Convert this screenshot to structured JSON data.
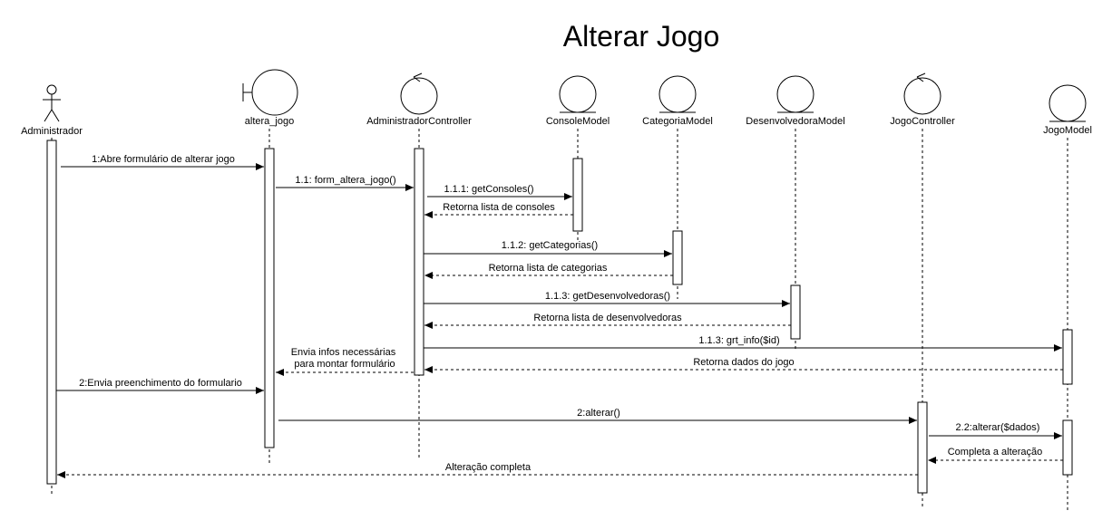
{
  "title": "Alterar Jogo",
  "participants": [
    {
      "id": "administrador",
      "label": "Administrador",
      "kind": "actor"
    },
    {
      "id": "altera_jogo",
      "label": "altera_jogo",
      "kind": "boundary"
    },
    {
      "id": "admin_controller",
      "label": "AdministradorController",
      "kind": "control"
    },
    {
      "id": "console_model",
      "label": "ConsoleModel",
      "kind": "entity"
    },
    {
      "id": "categoria_model",
      "label": "CategoriaModel",
      "kind": "entity"
    },
    {
      "id": "desenvolvedora_model",
      "label": "DesenvolvedoraModel",
      "kind": "entity"
    },
    {
      "id": "jogo_controller",
      "label": "JogoController",
      "kind": "control"
    },
    {
      "id": "jogo_model",
      "label": "JogoModel",
      "kind": "entity"
    }
  ],
  "messages": [
    {
      "from": "administrador",
      "to": "altera_jogo",
      "label": "1:Abre formulário de alterar jogo",
      "type": "call"
    },
    {
      "from": "altera_jogo",
      "to": "admin_controller",
      "label": "1.1: form_altera_jogo()",
      "type": "call"
    },
    {
      "from": "admin_controller",
      "to": "console_model",
      "label": "1.1.1: getConsoles()",
      "type": "call"
    },
    {
      "from": "console_model",
      "to": "admin_controller",
      "label": "Retorna lista de consoles",
      "type": "reply"
    },
    {
      "from": "admin_controller",
      "to": "categoria_model",
      "label": "1.1.2: getCategorias()",
      "type": "call"
    },
    {
      "from": "categoria_model",
      "to": "admin_controller",
      "label": "Retorna lista de categorias",
      "type": "reply"
    },
    {
      "from": "admin_controller",
      "to": "desenvolvedora_model",
      "label": "1.1.3: getDesenvolvedoras()",
      "type": "call"
    },
    {
      "from": "desenvolvedora_model",
      "to": "admin_controller",
      "label": "Retorna lista de desenvolvedoras",
      "type": "reply"
    },
    {
      "from": "admin_controller",
      "to": "jogo_model",
      "label": "1.1.3: grt_info($id)",
      "type": "call"
    },
    {
      "from": "admin_controller",
      "to": "altera_jogo",
      "label": "Envia infos necessárias\npara montar formulário",
      "type": "reply"
    },
    {
      "from": "jogo_model",
      "to": "admin_controller",
      "label": "Retorna dados do jogo",
      "type": "reply"
    },
    {
      "from": "administrador",
      "to": "altera_jogo",
      "label": "2:Envia preenchimento do formulario",
      "type": "call"
    },
    {
      "from": "altera_jogo",
      "to": "jogo_controller",
      "label": "2:alterar()",
      "type": "call"
    },
    {
      "from": "jogo_controller",
      "to": "jogo_model",
      "label": "2.2:alterar($dados)",
      "type": "call"
    },
    {
      "from": "jogo_model",
      "to": "jogo_controller",
      "label": "Completa a alteração",
      "type": "reply"
    },
    {
      "from": "jogo_controller",
      "to": "administrador",
      "label": "Alteração completa",
      "type": "reply"
    }
  ]
}
